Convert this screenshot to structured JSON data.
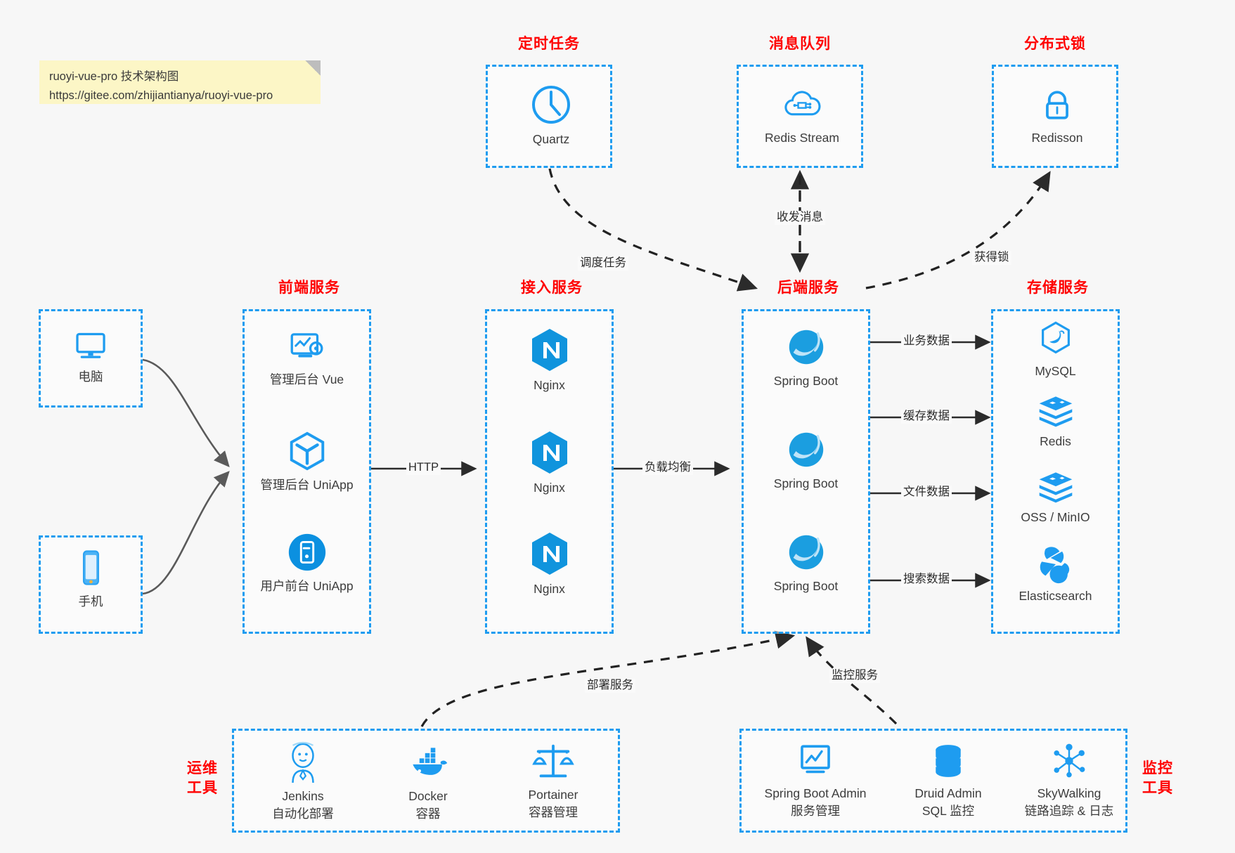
{
  "note": {
    "line1": "ruoyi-vue-pro 技术架构图",
    "line2": "https://gitee.com/zhijiantianya/ruoyi-vue-pro"
  },
  "colors": {
    "accent_blue": "#1e9cf0",
    "title_red": "#ff0000",
    "arrow_gray": "#595959",
    "note_yellow": "#fcf6c6",
    "background": "#f7f7f7"
  },
  "groups": {
    "scheduled_task": {
      "title": "定时任务"
    },
    "message_queue": {
      "title": "消息队列"
    },
    "distributed_lock": {
      "title": "分布式锁"
    },
    "frontend": {
      "title": "前端服务"
    },
    "gateway": {
      "title": "接入服务"
    },
    "backend": {
      "title": "后端服务"
    },
    "storage": {
      "title": "存储服务"
    },
    "devops": {
      "title_line1": "运维",
      "title_line2": "工具"
    },
    "monitor": {
      "title_line1": "监控",
      "title_line2": "工具"
    }
  },
  "nodes": {
    "quartz": {
      "label": "Quartz",
      "icon": "clock-icon"
    },
    "redis_stream": {
      "label": "Redis Stream",
      "icon": "cloud-stream-icon"
    },
    "redisson": {
      "label": "Redisson",
      "icon": "lock-icon"
    },
    "computer": {
      "label": "电脑",
      "icon": "desktop-icon"
    },
    "phone": {
      "label": "手机",
      "icon": "mobile-icon"
    },
    "admin_vue": {
      "label": "管理后台 Vue",
      "icon": "dashboard-gear-icon"
    },
    "admin_uniapp": {
      "label": "管理后台 UniApp",
      "icon": "cube-icon"
    },
    "user_uniapp": {
      "label": "用户前台 UniApp",
      "icon": "app-circle-icon"
    },
    "nginx_1": {
      "label": "Nginx",
      "icon": "nginx-icon"
    },
    "nginx_2": {
      "label": "Nginx",
      "icon": "nginx-icon"
    },
    "nginx_3": {
      "label": "Nginx",
      "icon": "nginx-icon"
    },
    "springboot_1": {
      "label": "Spring Boot",
      "icon": "spring-leaf-icon"
    },
    "springboot_2": {
      "label": "Spring Boot",
      "icon": "spring-leaf-icon"
    },
    "springboot_3": {
      "label": "Spring Boot",
      "icon": "spring-leaf-icon"
    },
    "mysql": {
      "label": "MySQL",
      "icon": "mysql-dolphin-icon"
    },
    "redis": {
      "label": "Redis",
      "icon": "redis-stack-icon"
    },
    "oss_minio": {
      "label": "OSS / MinIO",
      "icon": "redis-stack-icon"
    },
    "elasticsearch": {
      "label": "Elasticsearch",
      "icon": "elasticsearch-icon"
    },
    "jenkins": {
      "label_main": "Jenkins",
      "label_sub": "自动化部署",
      "icon": "jenkins-butler-icon"
    },
    "docker": {
      "label_main": "Docker",
      "label_sub": "容器",
      "icon": "docker-whale-icon"
    },
    "portainer": {
      "label_main": "Portainer",
      "label_sub": "容器管理",
      "icon": "scales-icon"
    },
    "spring_boot_admin": {
      "label_main": "Spring Boot Admin",
      "label_sub": "服务管理",
      "icon": "monitor-chart-icon"
    },
    "druid_admin": {
      "label_main": "Druid Admin",
      "label_sub": "SQL 监控",
      "icon": "database-icon"
    },
    "skywalking": {
      "label_main": "SkyWalking",
      "label_sub": "链路追踪 & 日志",
      "icon": "skywalking-node-icon"
    }
  },
  "edges": {
    "schedule_task": "调度任务",
    "send_receive_message": "收发消息",
    "acquire_lock": "获得锁",
    "http": "HTTP",
    "load_balance": "负载均衡",
    "business_data": "业务数据",
    "cache_data": "缓存数据",
    "file_data": "文件数据",
    "search_data": "搜索数据",
    "deploy_service": "部署服务",
    "monitor_service": "监控服务"
  }
}
